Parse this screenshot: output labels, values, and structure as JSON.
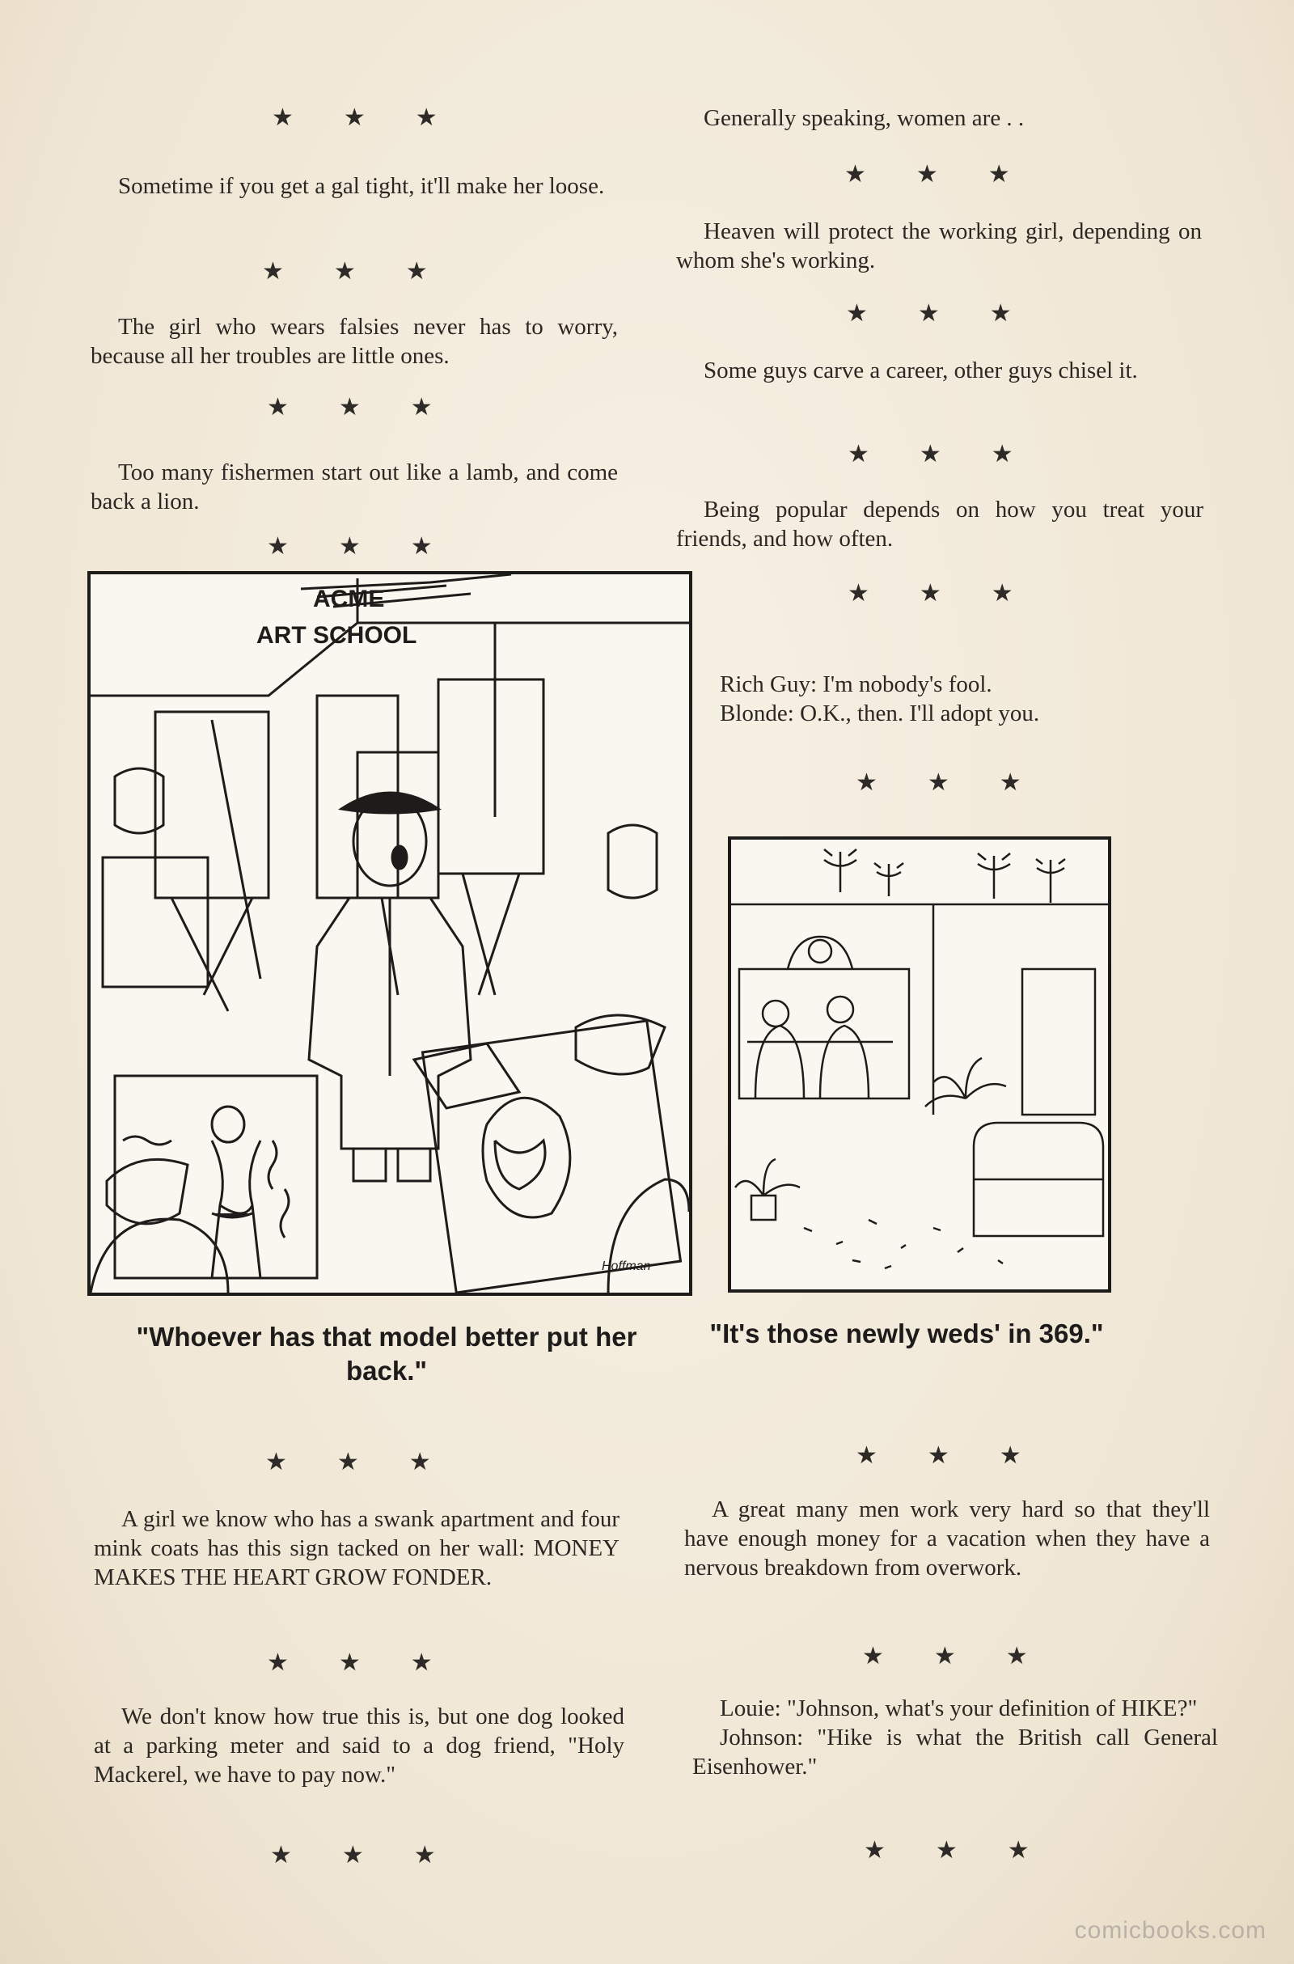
{
  "separator": "★★★",
  "left_column": {
    "jokes": [
      "Sometime if you get a gal tight, it'll make her loose.",
      "The girl who wears falsies never has to worry, because all her troubles are little ones.",
      "Too many fishermen start out like a lamb, and come back a lion."
    ],
    "cartoon": {
      "sign_line1": "ACME",
      "sign_line2": "ART SCHOOL",
      "signature": "Hoffman",
      "caption": "\"Whoever has that model better put her back.\""
    },
    "bottom_jokes": [
      "A girl we know who has a swank apartment and four mink coats has this sign tacked on her wall: MONEY MAKES THE HEART GROW FONDER.",
      "We don't know how true this is, but one dog looked at a parking meter and said to a dog friend, \"Holy Mackerel, we have to pay now.\""
    ]
  },
  "right_column": {
    "jokes": [
      "Generally speaking, women are . .",
      "Heaven will protect the working girl, depending on whom she's working.",
      "Some guys carve a career, other guys chisel it.",
      "Being popular depends on how you treat your friends, and how often."
    ],
    "dialogue": {
      "line1": "Rich Guy: I'm nobody's fool.",
      "line2": "Blonde: O.K., then. I'll adopt you."
    },
    "cartoon": {
      "caption": "\"It's those newly weds' in 369.\""
    },
    "bottom_jokes": [
      "A great many men work very hard so that they'll have enough money for a vacation when they have a nervous breakdown from overwork."
    ],
    "final_dialogue": {
      "line1": "Louie: \"Johnson, what's your definition of HIKE?\"",
      "line2": "Johnson: \"Hike is what the British call General Eisenhower.\""
    }
  },
  "watermark": "comicbooks.com"
}
